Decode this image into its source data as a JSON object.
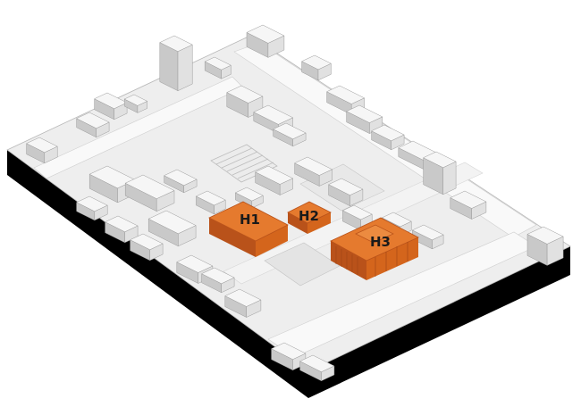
{
  "colors": {
    "background": "#ffffff",
    "block_fill": "#000000",
    "ground": "#eeeeee",
    "ground_shade": "#dddddd",
    "street": "#f8f8f8",
    "building_top": "#f6f6f6",
    "building_side": "#e1e1e1",
    "building_front": "#c9c9c9",
    "highlight_top": "#e57a2e",
    "highlight_side": "#d4651c",
    "highlight_front": "#b9521a",
    "outline": "#9a9a9a"
  },
  "highlighted_buildings": [
    {
      "id": "h1",
      "label": "H1"
    },
    {
      "id": "h2",
      "label": "H2"
    },
    {
      "id": "h3",
      "label": "H3"
    }
  ]
}
